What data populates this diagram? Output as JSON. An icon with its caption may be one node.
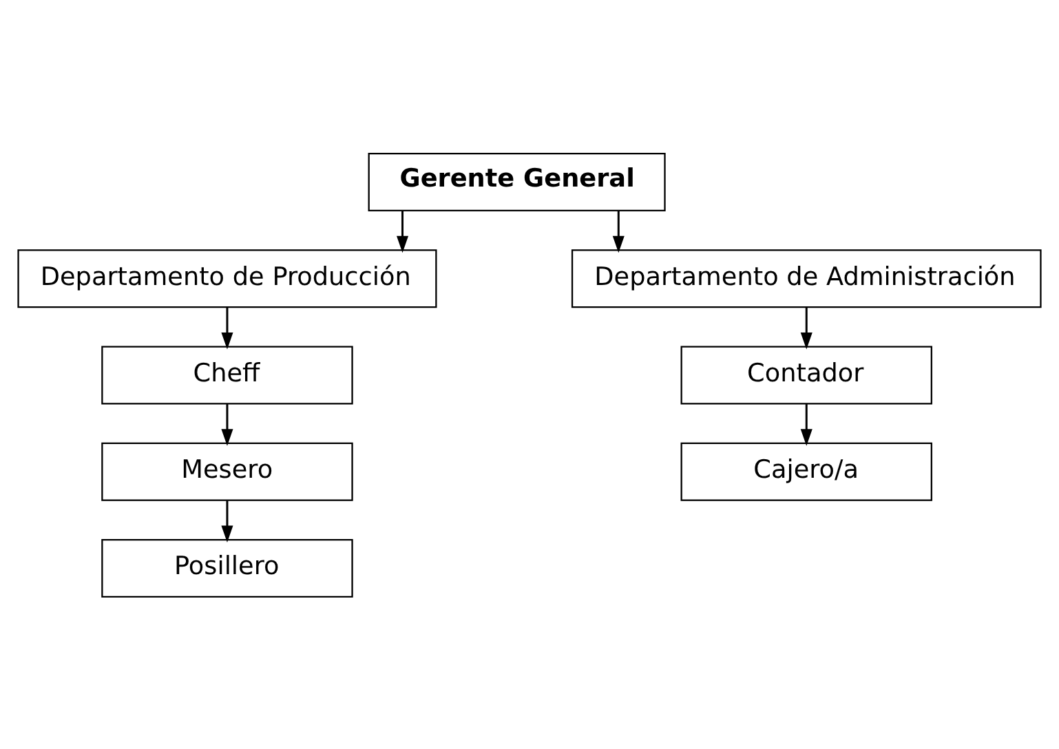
{
  "diagram": {
    "nodes": [
      {
        "text": [
          "Gerente General"
        ]
      },
      {
        "text": [
          "Departamento de Producción"
        ]
      },
      {
        "text": [
          "Departamento de Administración"
        ]
      },
      {
        "text": [
          "Cheff"
        ]
      },
      {
        "text": [
          "Mesero"
        ]
      },
      {
        "text": [
          "Posillero"
        ]
      },
      {
        "text": [
          "Contador"
        ]
      },
      {
        "text": [
          "Cajero/a"
        ]
      }
    ],
    "edges": [
      {
        "from": 0,
        "to": 1,
        "arrow": "to"
      },
      {
        "from": 0,
        "to": 2,
        "arrow": "to"
      },
      {
        "from": 1,
        "to": 3,
        "arrow": "to"
      },
      {
        "from": 3,
        "to": 4,
        "arrow": "to"
      },
      {
        "from": 4,
        "to": 5,
        "arrow": "to"
      },
      {
        "from": 2,
        "to": 6,
        "arrow": "to"
      },
      {
        "from": 6,
        "to": 7,
        "arrow": "to"
      }
    ]
  }
}
